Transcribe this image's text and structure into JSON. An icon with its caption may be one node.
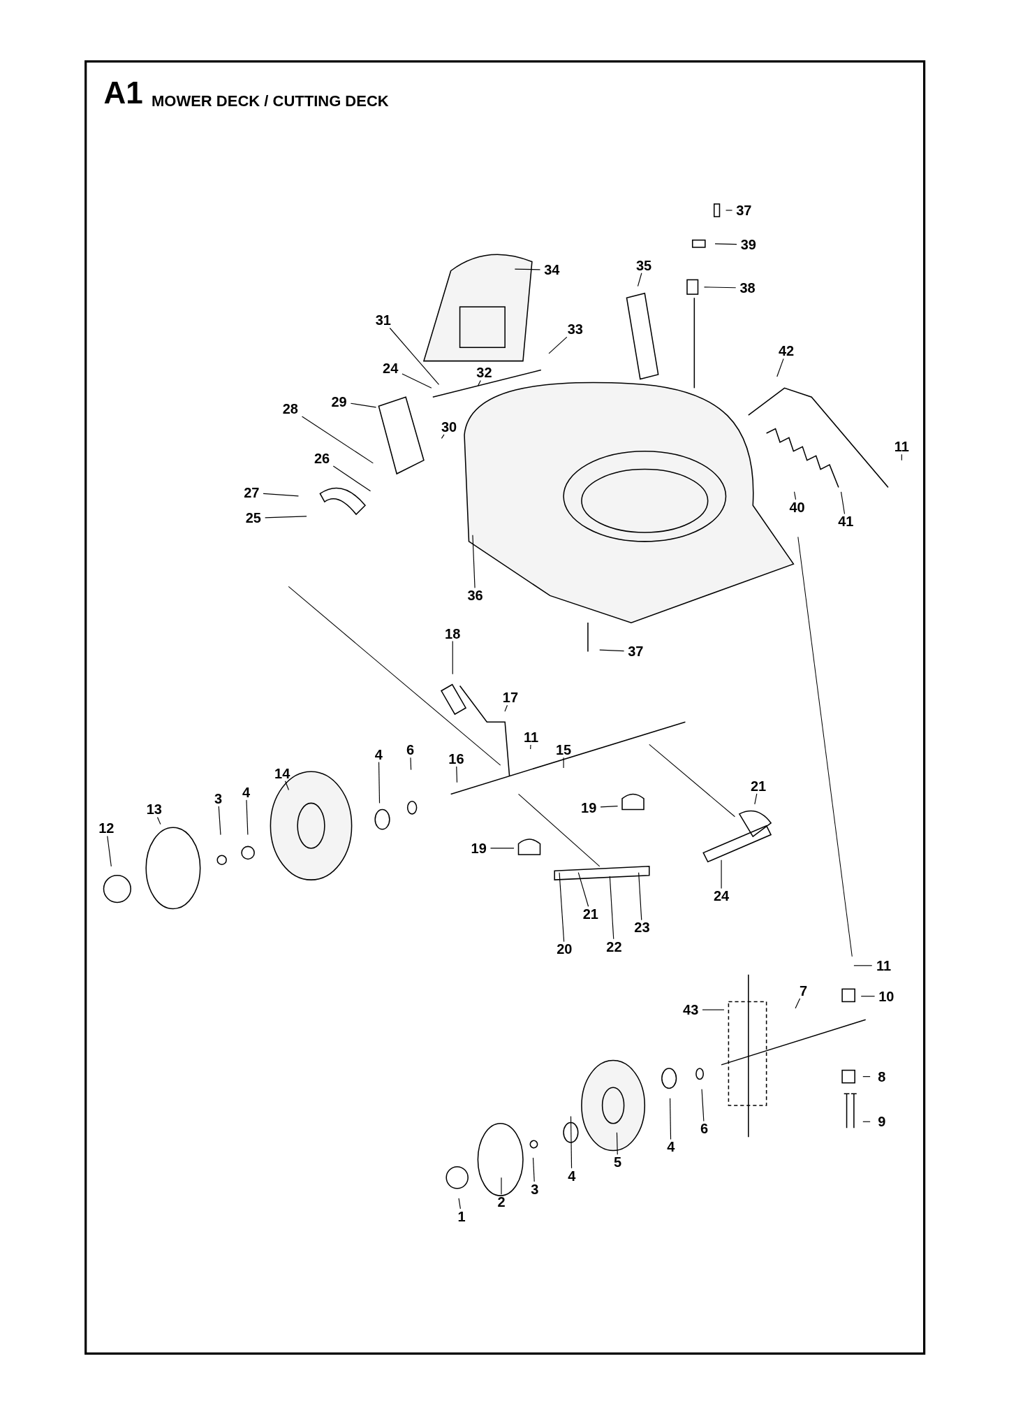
{
  "diagram": {
    "title": "MOWER DECK / CUTTING DECK",
    "nodes": [
      {
        "text": [
          "37"
        ]
      },
      {
        "text": [
          "39"
        ]
      },
      {
        "text": [
          "34"
        ]
      },
      {
        "text": [
          "35"
        ]
      },
      {
        "text": [
          "38"
        ]
      },
      {
        "text": [
          "31"
        ]
      },
      {
        "text": [
          "33"
        ]
      },
      {
        "text": [
          "42"
        ]
      },
      {
        "text": [
          "24"
        ]
      },
      {
        "text": [
          "32"
        ]
      },
      {
        "text": [
          "29"
        ]
      },
      {
        "text": [
          "28"
        ]
      },
      {
        "text": [
          "30"
        ]
      },
      {
        "text": [
          "11"
        ]
      },
      {
        "text": [
          "26"
        ]
      },
      {
        "text": [
          "27"
        ]
      },
      {
        "text": [
          "40"
        ]
      },
      {
        "text": [
          "41"
        ]
      },
      {
        "text": [
          "25"
        ]
      },
      {
        "text": [
          "36"
        ]
      },
      {
        "text": [
          "18"
        ]
      },
      {
        "text": [
          "37"
        ]
      },
      {
        "text": [
          "17"
        ]
      },
      {
        "text": [
          "11"
        ]
      },
      {
        "text": [
          "15"
        ]
      },
      {
        "text": [
          "4"
        ]
      },
      {
        "text": [
          "6"
        ]
      },
      {
        "text": [
          "16"
        ]
      },
      {
        "text": [
          "14"
        ]
      },
      {
        "text": [
          "21"
        ]
      },
      {
        "text": [
          "3"
        ]
      },
      {
        "text": [
          "4"
        ]
      },
      {
        "text": [
          "13"
        ]
      },
      {
        "text": [
          "19"
        ]
      },
      {
        "text": [
          "12"
        ]
      },
      {
        "text": [
          "19"
        ]
      },
      {
        "text": [
          "24"
        ]
      },
      {
        "text": [
          "21"
        ]
      },
      {
        "text": [
          "23"
        ]
      },
      {
        "text": [
          "22"
        ]
      },
      {
        "text": [
          "20"
        ]
      },
      {
        "text": [
          "11"
        ]
      },
      {
        "text": [
          "7"
        ]
      },
      {
        "text": [
          "10"
        ]
      },
      {
        "text": [
          "43"
        ]
      },
      {
        "text": [
          "8"
        ]
      },
      {
        "text": [
          "9"
        ]
      },
      {
        "text": [
          "6"
        ]
      },
      {
        "text": [
          "4"
        ]
      },
      {
        "text": [
          "5"
        ]
      },
      {
        "text": [
          "4"
        ]
      },
      {
        "text": [
          "3"
        ]
      },
      {
        "text": [
          "2"
        ]
      },
      {
        "text": [
          "1"
        ]
      }
    ],
    "edges": [
      {
        "from": 0,
        "to": null,
        "arrow": "none"
      },
      {
        "from": 1,
        "to": null,
        "arrow": "none"
      },
      {
        "from": 2,
        "to": null,
        "arrow": "none"
      },
      {
        "from": 3,
        "to": null,
        "arrow": "none"
      },
      {
        "from": 4,
        "to": null,
        "arrow": "none"
      },
      {
        "from": 5,
        "to": null,
        "arrow": "none"
      },
      {
        "from": 6,
        "to": null,
        "arrow": "none"
      },
      {
        "from": 7,
        "to": null,
        "arrow": "none"
      },
      {
        "from": 8,
        "to": null,
        "arrow": "none"
      },
      {
        "from": 9,
        "to": null,
        "arrow": "none"
      },
      {
        "from": 10,
        "to": null,
        "arrow": "none"
      },
      {
        "from": 11,
        "to": null,
        "arrow": "none"
      },
      {
        "from": 12,
        "to": null,
        "arrow": "none"
      },
      {
        "from": 13,
        "to": null,
        "arrow": "none"
      },
      {
        "from": 14,
        "to": null,
        "arrow": "none"
      },
      {
        "from": 15,
        "to": null,
        "arrow": "none"
      },
      {
        "from": 16,
        "to": null,
        "arrow": "none"
      },
      {
        "from": 17,
        "to": null,
        "arrow": "none"
      },
      {
        "from": 18,
        "to": null,
        "arrow": "none"
      },
      {
        "from": 19,
        "to": null,
        "arrow": "none"
      },
      {
        "from": 20,
        "to": null,
        "arrow": "none"
      },
      {
        "from": 21,
        "to": null,
        "arrow": "none"
      },
      {
        "from": 22,
        "to": null,
        "arrow": "none"
      },
      {
        "from": 23,
        "to": null,
        "arrow": "none"
      },
      {
        "from": 24,
        "to": null,
        "arrow": "none"
      },
      {
        "from": 25,
        "to": null,
        "arrow": "none"
      },
      {
        "from": 26,
        "to": null,
        "arrow": "none"
      },
      {
        "from": 27,
        "to": null,
        "arrow": "none"
      },
      {
        "from": 28,
        "to": null,
        "arrow": "none"
      },
      {
        "from": 29,
        "to": null,
        "arrow": "none"
      },
      {
        "from": 30,
        "to": null,
        "arrow": "none"
      },
      {
        "from": 31,
        "to": null,
        "arrow": "none"
      },
      {
        "from": 32,
        "to": null,
        "arrow": "none"
      },
      {
        "from": 33,
        "to": null,
        "arrow": "none"
      },
      {
        "from": 34,
        "to": null,
        "arrow": "none"
      },
      {
        "from": 35,
        "to": null,
        "arrow": "none"
      },
      {
        "from": 36,
        "to": null,
        "arrow": "none"
      },
      {
        "from": 37,
        "to": null,
        "arrow": "none"
      },
      {
        "from": 38,
        "to": null,
        "arrow": "none"
      },
      {
        "from": 39,
        "to": null,
        "arrow": "none"
      },
      {
        "from": 40,
        "to": null,
        "arrow": "none"
      },
      {
        "from": 41,
        "to": null,
        "arrow": "none"
      },
      {
        "from": 42,
        "to": null,
        "arrow": "none"
      },
      {
        "from": 43,
        "to": null,
        "arrow": "none"
      },
      {
        "from": 44,
        "to": null,
        "arrow": "none"
      },
      {
        "from": 45,
        "to": null,
        "arrow": "none"
      },
      {
        "from": 46,
        "to": null,
        "arrow": "none"
      },
      {
        "from": 47,
        "to": null,
        "arrow": "none"
      },
      {
        "from": 48,
        "to": null,
        "arrow": "none"
      },
      {
        "from": 49,
        "to": null,
        "arrow": "none"
      },
      {
        "from": 50,
        "to": null,
        "arrow": "none"
      },
      {
        "from": 51,
        "to": null,
        "arrow": "none"
      },
      {
        "from": 52,
        "to": null,
        "arrow": "none"
      },
      {
        "from": 53,
        "to": null,
        "arrow": "none"
      }
    ],
    "labels": [
      "A1"
    ]
  }
}
